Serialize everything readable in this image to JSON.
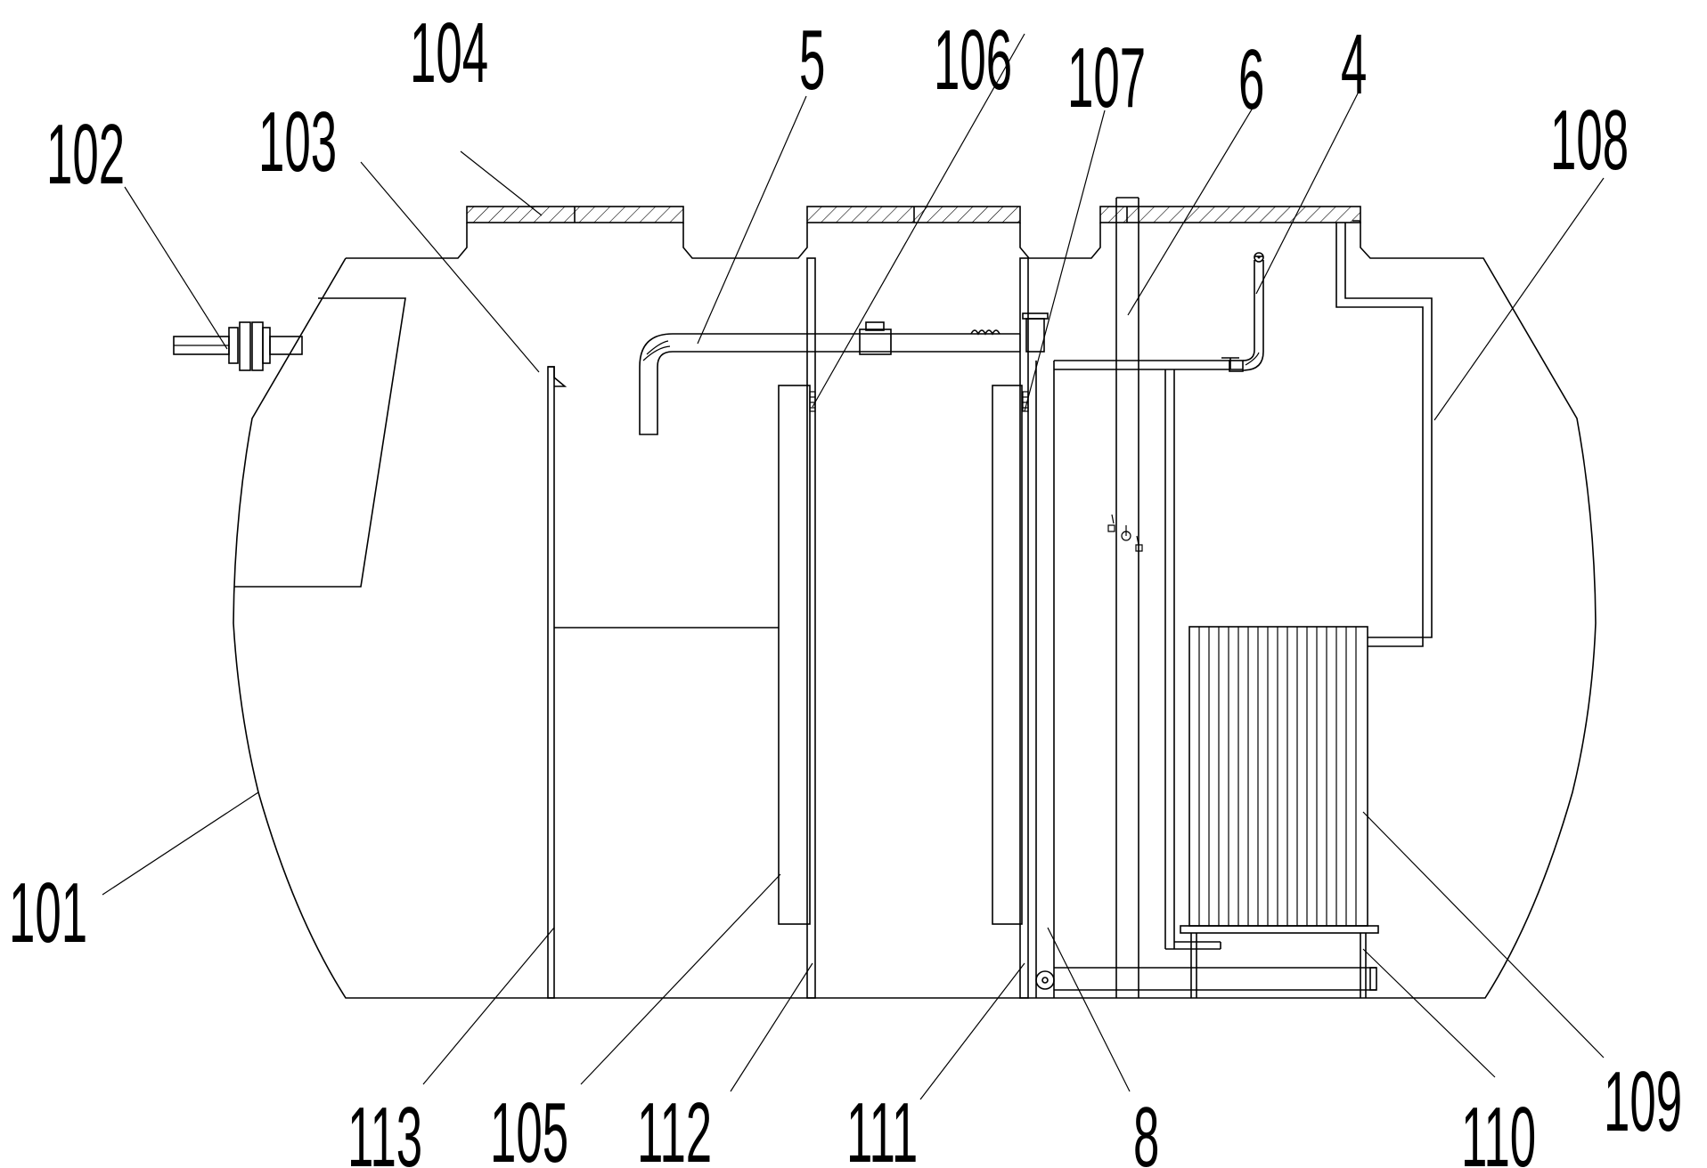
{
  "labels": {
    "l101": "101",
    "l102": "102",
    "l103": "103",
    "l104": "104",
    "l5": "5",
    "l106": "106",
    "l107": "107",
    "l6": "6",
    "l4": "4",
    "l108": "108",
    "l113": "113",
    "l105": "105",
    "l112": "112",
    "l111": "111",
    "l8": "8",
    "l110": "110",
    "l109": "109"
  }
}
